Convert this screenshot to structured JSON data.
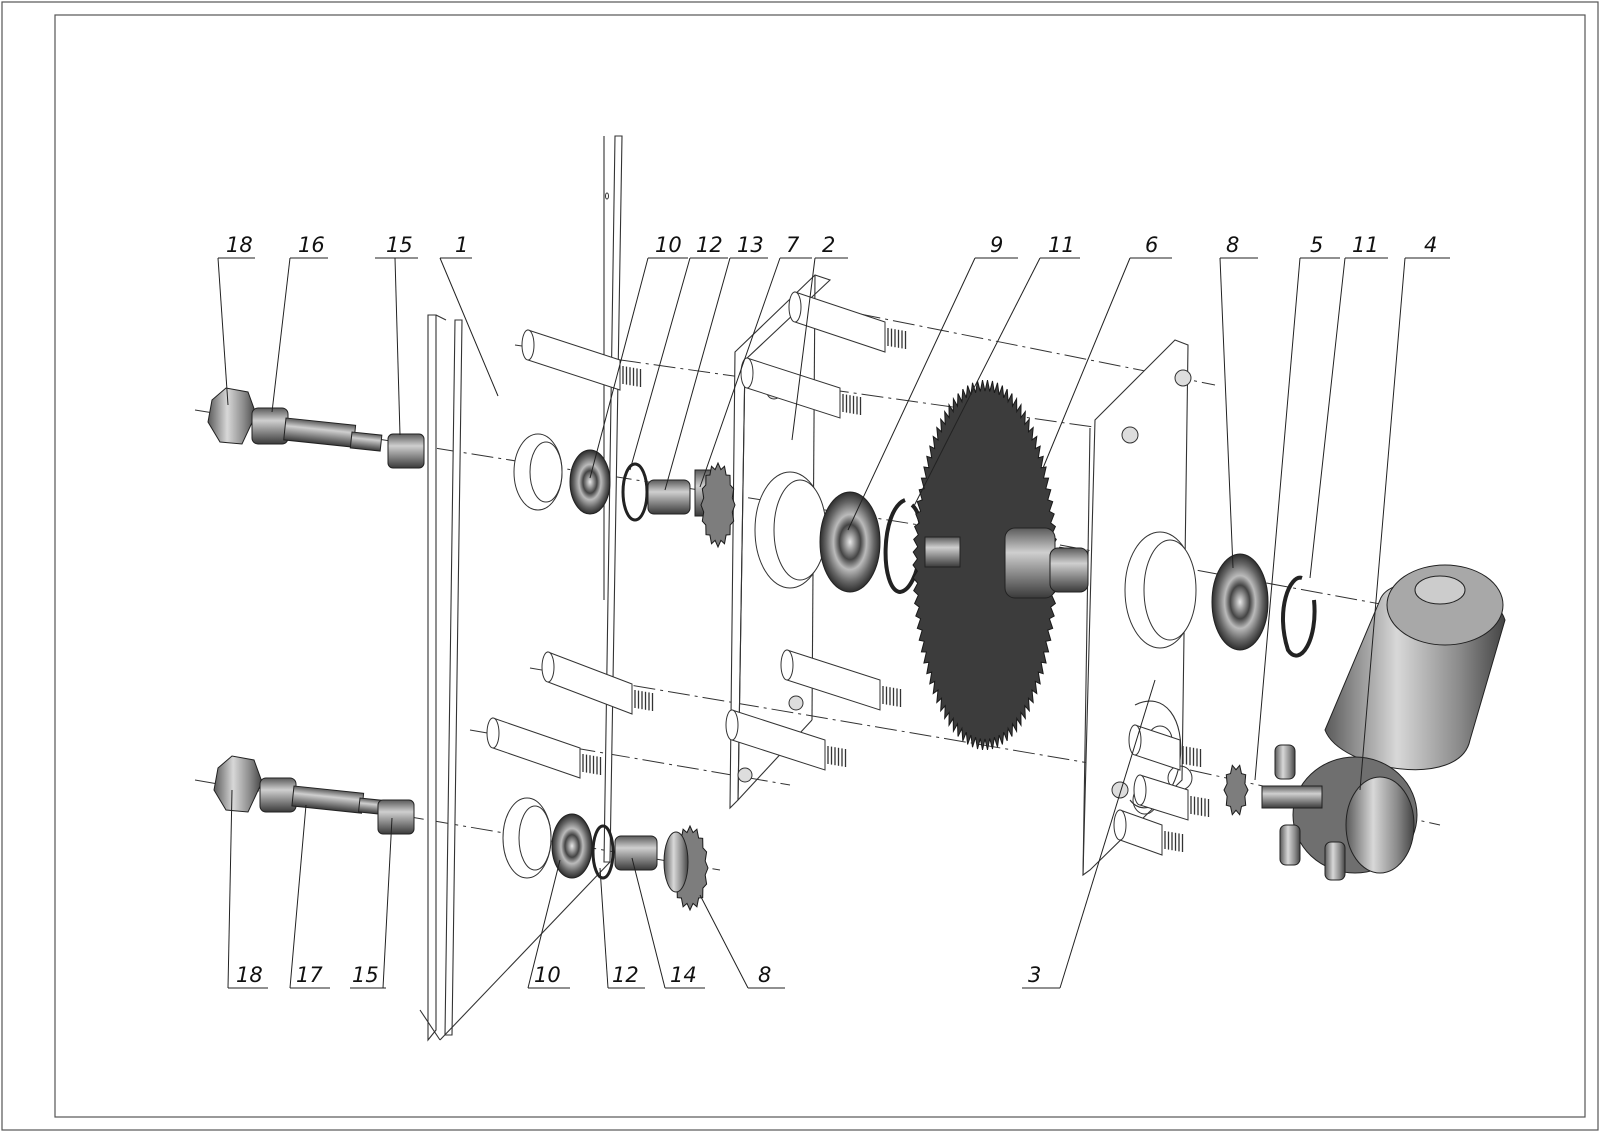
{
  "callouts_top": [
    "18",
    "16",
    "15",
    "1",
    "10",
    "12",
    "13",
    "7",
    "2",
    "9",
    "11",
    "6",
    "8",
    "5",
    "11",
    "4"
  ],
  "callouts_bottom": [
    "18",
    "17",
    "15",
    "10",
    "12",
    "14",
    "8",
    "3"
  ],
  "colors": {
    "part_dark": "#3c3c3c",
    "part_mid": "#7d7d7d",
    "part_light": "#cfcfcf",
    "line": "#222222",
    "frame": "#555555"
  }
}
